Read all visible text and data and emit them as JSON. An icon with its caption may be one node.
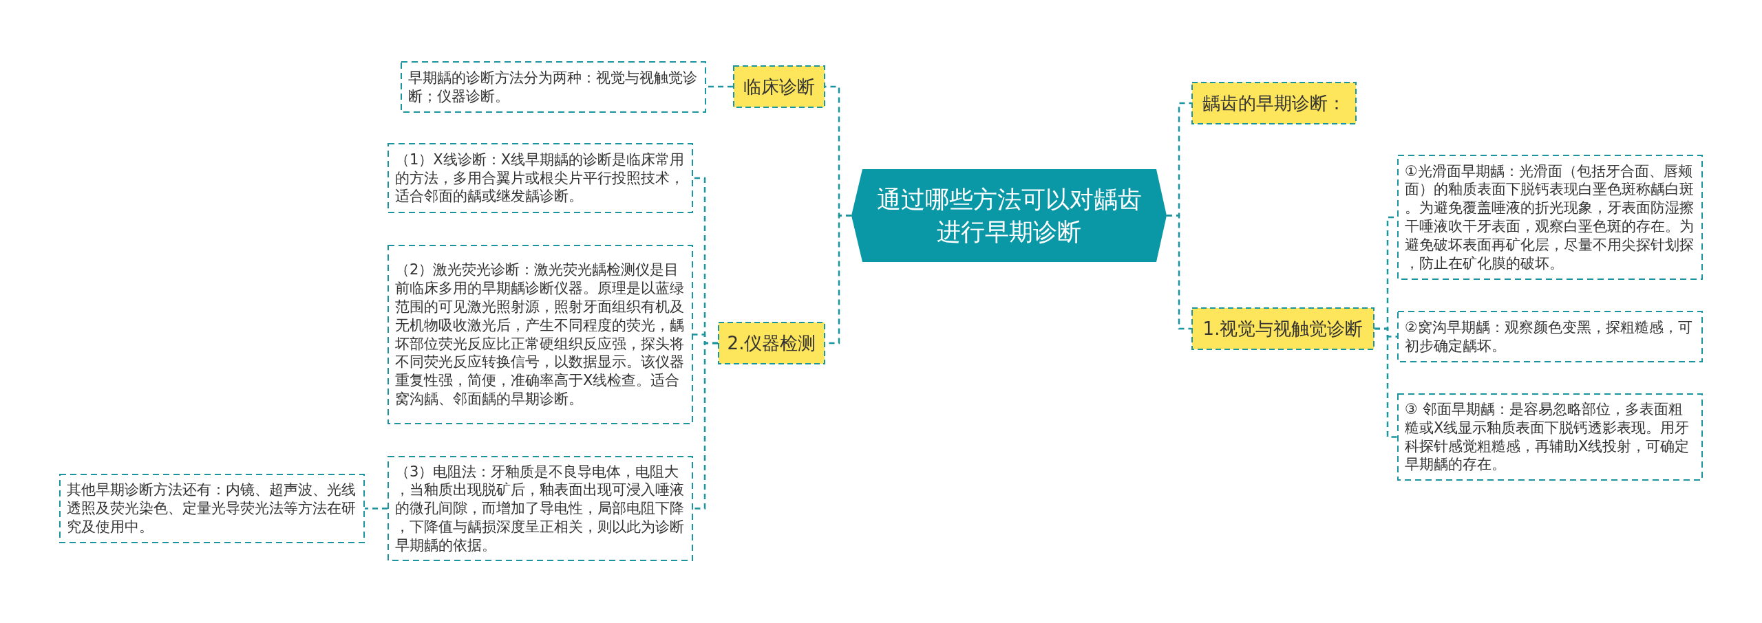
{
  "diagram": {
    "nodes": [
      {
        "text": [
          "通过哪些方法可以对龋齿进行早期诊断"
        ]
      },
      {
        "text": [
          "临床诊断"
        ]
      },
      {
        "text": [
          "早期龋的诊断方法分为两种：视觉与视触觉诊断；仪器诊断。"
        ]
      },
      {
        "text": [
          "2.仪器检测"
        ]
      },
      {
        "text": [
          "（1）X线诊断：X线早期龋的诊断是临床常用的方法，多用合翼片或根尖片平行投照技术，适合邻面的龋或继发龋诊断。"
        ]
      },
      {
        "text": [
          "（2）激光荧光诊断：激光荧光龋检测仪是目前临床多用的早期龋诊断仪器。原理是以蓝绿范围的可见激光照射源，照射牙面组织有机及无机物吸收激光后，产生不同程度的荧光，龋坏部位荧光反应比正常硬组织反应强，探头将不同荧光反应转换信号，以数据显示。该仪器重复性强，简便，准确率高于X线检查。适合窝沟龋、邻面龋的早期诊断。"
        ]
      },
      {
        "text": [
          "（3）电阻法：牙釉质是不良导电体，电阻大，当釉质出现脱矿后，釉表面出现可浸入唾液的微孔间隙，而增加了导电性，局部电阻下降，下降值与龋损深度呈正相关，则以此为诊断早期龋的依据。"
        ]
      },
      {
        "text": [
          "其他早期诊断方法还有：内镜、超声波、光线透照及荧光染色、定量光导荧光法等方法在研究及使用中。"
        ]
      },
      {
        "text": [
          "龋齿的早期诊断："
        ]
      },
      {
        "text": [
          "1.视觉与视触觉诊断"
        ]
      },
      {
        "text": [
          "①光滑面早期龋：光滑面（包括牙合面、唇颊面）的釉质表面下脱钙表现白垩色斑称龋白斑。为避免覆盖唾液的折光现象，牙表面防湿擦干唾液吹干牙表面，观察白垩色斑的存在。为避免破坏表面再矿化层，尽量不用尖探针划探，防止在矿化膜的破坏。"
        ]
      },
      {
        "text": [
          "②窝沟早期龋：观察颜色变黑，探粗糙感，可初步确定龋坏。"
        ]
      },
      {
        "text": [
          "③ 邻面早期龋：是容易忽略部位，多表面粗糙或X线显示釉质表面下脱钙透影表现。用牙科探针感觉粗糙感，再辅助X线投射，可确定早期龋的存在。"
        ]
      }
    ],
    "edges": [
      {
        "from": 0,
        "to": 1,
        "arrow": "none",
        "style": "dashed"
      },
      {
        "from": 1,
        "to": 2,
        "arrow": "none",
        "style": "dashed"
      },
      {
        "from": 0,
        "to": 3,
        "arrow": "none",
        "style": "dashed"
      },
      {
        "from": 3,
        "to": 4,
        "arrow": "none",
        "style": "dashed"
      },
      {
        "from": 3,
        "to": 5,
        "arrow": "none",
        "style": "dashed"
      },
      {
        "from": 3,
        "to": 6,
        "arrow": "none",
        "style": "dashed"
      },
      {
        "from": 6,
        "to": 7,
        "arrow": "none",
        "style": "dashed"
      },
      {
        "from": 0,
        "to": 8,
        "arrow": "none",
        "style": "dashed"
      },
      {
        "from": 0,
        "to": 9,
        "arrow": "none",
        "style": "dashed"
      },
      {
        "from": 9,
        "to": 10,
        "arrow": "none",
        "style": "dashed"
      },
      {
        "from": 9,
        "to": 11,
        "arrow": "none",
        "style": "dashed"
      },
      {
        "from": 9,
        "to": 12,
        "arrow": "none",
        "style": "dashed"
      }
    ]
  }
}
